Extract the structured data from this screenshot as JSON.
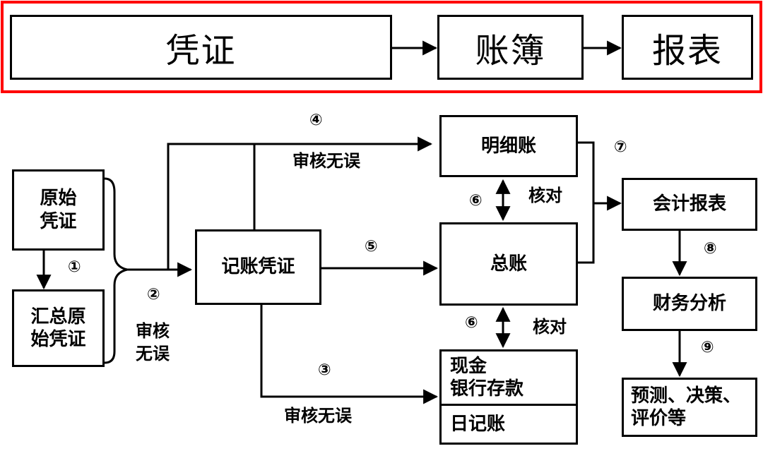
{
  "top_flow": {
    "step1": "凭证",
    "step2": "账簿",
    "step3": "报表"
  },
  "colors": {
    "highlight_border": "#ff0000",
    "line": "#000000"
  },
  "nodes": {
    "original_voucher": "原始\n凭证",
    "summary_voucher": "汇总原\n始凭证",
    "accounting_voucher": "记账凭证",
    "subsidiary_ledger": "明细账",
    "general_ledger": "总账",
    "cash_bank": "现金\n银行存款",
    "journal": "日记账",
    "financial_report": "会计报表",
    "financial_analysis": "财务分析",
    "forecast": "预测、决策、\n评价等"
  },
  "labels": {
    "n1": "①",
    "n2": "②",
    "n3": "③",
    "n4": "④",
    "n5": "⑤",
    "n6a": "⑥",
    "n6b": "⑥",
    "n7": "⑦",
    "n8": "⑧",
    "n9": "⑨",
    "audit_left": "审核\n无误",
    "audit_top": "审核无误",
    "audit_bottom": "审核无误",
    "check_top": "核对",
    "check_bottom": "核对"
  }
}
